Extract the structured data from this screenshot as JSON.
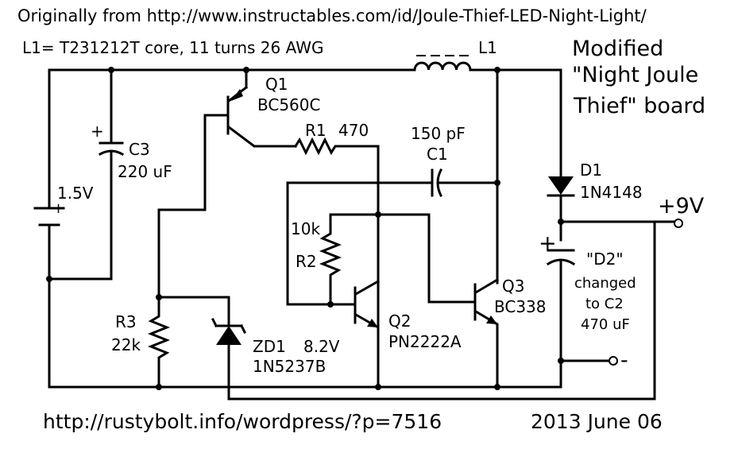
{
  "header": {
    "source_text": "Originally from http://www.instructables.com/id/Joule-Thief-LED-Night-Light/",
    "l1_spec": "L1= T231212T core, 11 turns 26 AWG"
  },
  "title": {
    "line1": "Modified",
    "line2": "\"Night Joule",
    "line3": "Thief\" board"
  },
  "components": {
    "l1": {
      "ref": "L1"
    },
    "q1": {
      "ref": "Q1",
      "part": "BC560C"
    },
    "r1": {
      "ref": "R1",
      "value": "470"
    },
    "c1": {
      "ref": "C1",
      "value": "150 pF"
    },
    "c3": {
      "ref": "C3",
      "value": "220 uF"
    },
    "battery": {
      "value": "1.5V"
    },
    "r2": {
      "ref": "R2",
      "value": "10k"
    },
    "q2": {
      "ref": "Q2",
      "part": "PN2222A"
    },
    "q3": {
      "ref": "Q3",
      "part": "BC338"
    },
    "d1": {
      "ref": "D1",
      "part": "1N4148"
    },
    "r3": {
      "ref": "R3",
      "value": "22k"
    },
    "zd1": {
      "ref": "ZD1",
      "value": "8.2V",
      "part": "1N5237B"
    },
    "c2": {
      "note_line1": "\"D2\"",
      "note_line2": "changed",
      "note_line3": "to C2",
      "note_line4": "470 uF"
    }
  },
  "terminals": {
    "positive": "+9V",
    "negative": "-"
  },
  "polarity_marks": {
    "c3_plus": "+",
    "battery_plus": "+",
    "c2_plus": "+"
  },
  "footer": {
    "url": "http://rustybolt.info/wordpress/?p=7516",
    "date": "2013 June 06"
  }
}
